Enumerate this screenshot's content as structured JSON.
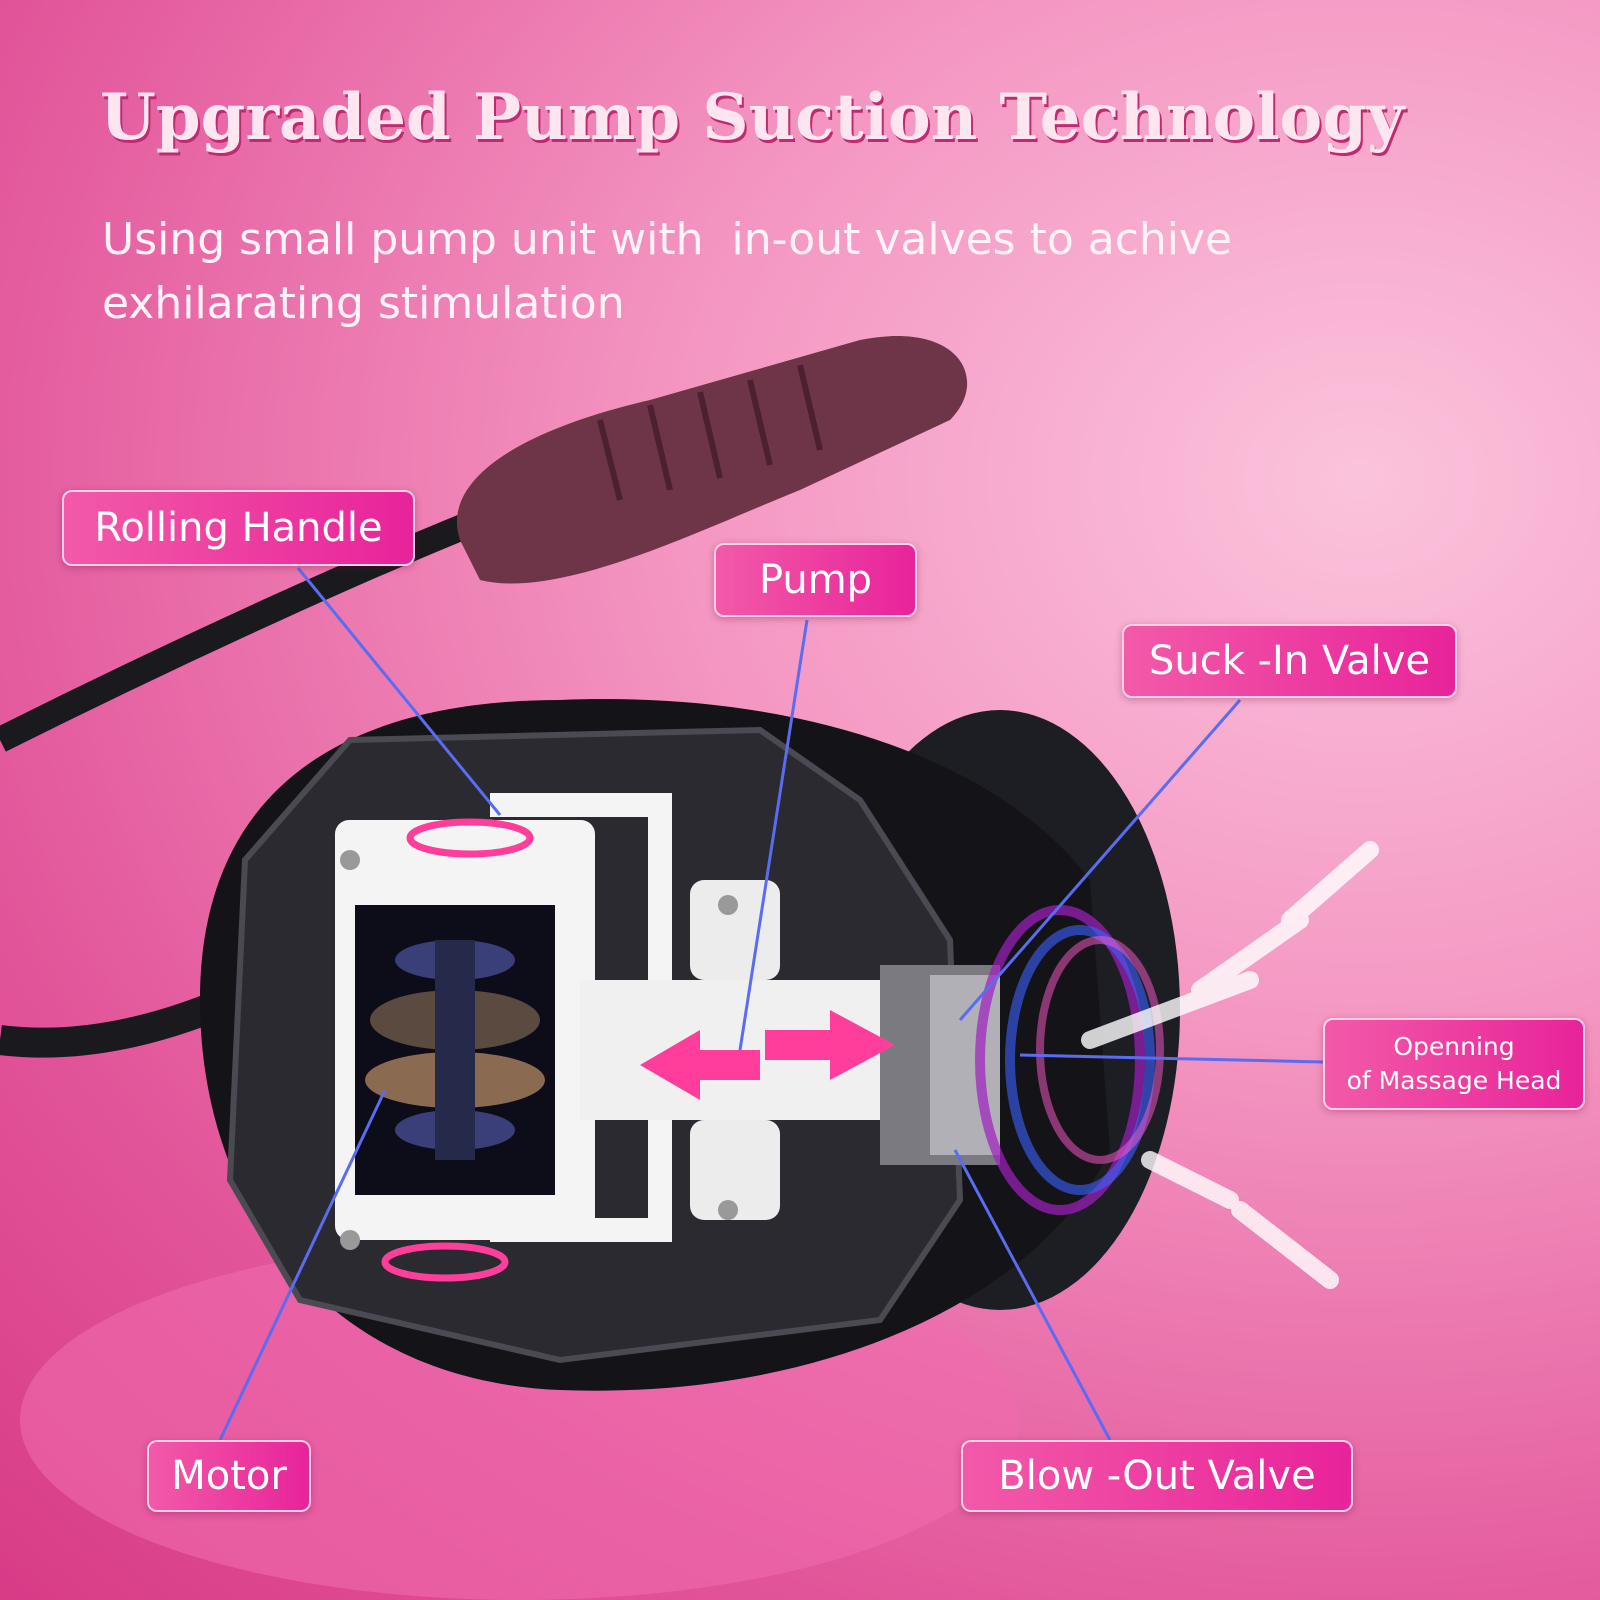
{
  "header": {
    "title": "Upgraded Pump Suction Technology",
    "subtitle_line1": "Using small pump unit with  in-out valves to achive",
    "subtitle_line2": "exhilarating stimulation"
  },
  "callouts": {
    "rolling_handle": "Rolling Handle",
    "pump": "Pump",
    "suck_in_valve": "Suck -In Valve",
    "opening_line1": "Openning",
    "opening_line2": "of Massage Head",
    "motor": "Motor",
    "blow_out_valve": "Blow -Out Valve"
  },
  "colors": {
    "label_bg": "#ec3a9f",
    "leader_line": "#5a6cf2",
    "flow_arrow": "#ff3d9a",
    "device_body": "#141418"
  }
}
